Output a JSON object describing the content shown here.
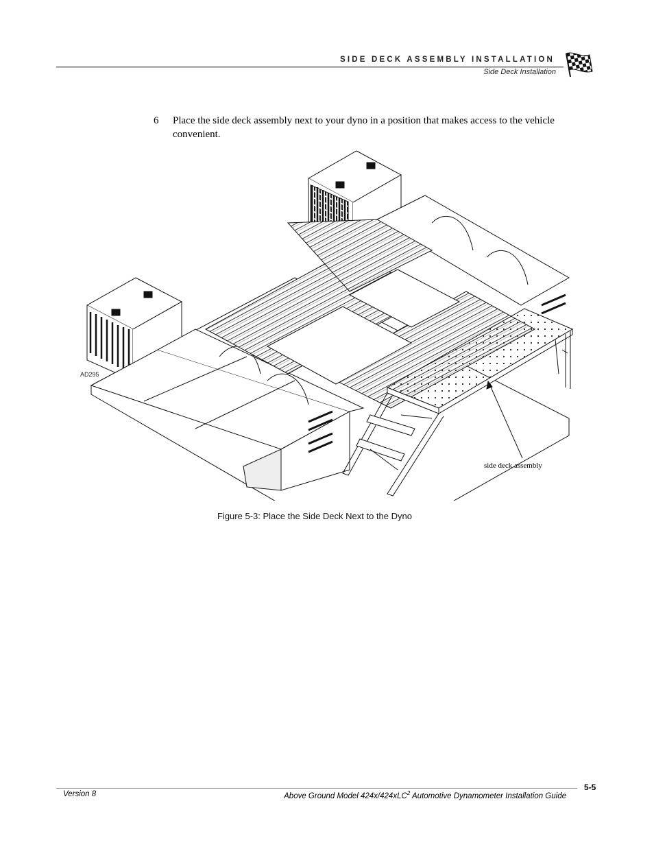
{
  "header": {
    "section_title": "SIDE DECK ASSEMBLY INSTALLATION",
    "subsection": "Side Deck Installation",
    "logo_icon": "checkered-flag-icon"
  },
  "step": {
    "number": "6",
    "text": "Place the side deck assembly next to your dyno in a position that makes access to the vehicle convenient."
  },
  "figure": {
    "code": "AD295",
    "callout": "side deck assembly",
    "caption": "Figure 5-3: Place the Side Deck Next to the Dyno"
  },
  "footer": {
    "version": "Version 8",
    "guide_prefix": "Above Ground Model 424x/424xLC",
    "guide_sup": "2",
    "guide_suffix": " Automotive Dynamometer Installation Guide",
    "page_number": "5-5"
  }
}
